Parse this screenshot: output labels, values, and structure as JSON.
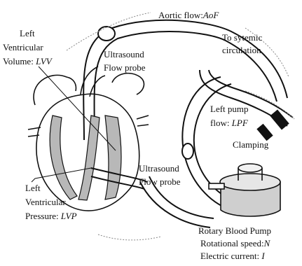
{
  "labels": {
    "aortic_flow": "Aortic flow:",
    "aortic_flow_sym": "AoF",
    "systemic_line1": "To sytemic",
    "systemic_line2": "circulation",
    "lv_volume_line1": "Left",
    "lv_volume_line2": "Ventricular",
    "lv_volume_line3": "Volume: ",
    "lv_volume_sym": "LVV",
    "probe_top_line1": "Ultrasound",
    "probe_top_line2": "Flow probe",
    "pump_flow_line1": "Left pump",
    "pump_flow_line2": "flow: ",
    "pump_flow_sym": "LPF",
    "clamping": "Clamping",
    "probe_bottom_line1": "Ultrasound",
    "probe_bottom_line2": "Flow probe",
    "lv_pressure_line1": "Left",
    "lv_pressure_line2": "Ventricular",
    "lv_pressure_line3": "Pressure: ",
    "lv_pressure_sym": "LVP",
    "pump_title": "Rotary Blood Pump",
    "pump_speed": "Rotational speed:",
    "pump_speed_sym": "N",
    "pump_current": "Electric current: ",
    "pump_current_sym": "I"
  }
}
